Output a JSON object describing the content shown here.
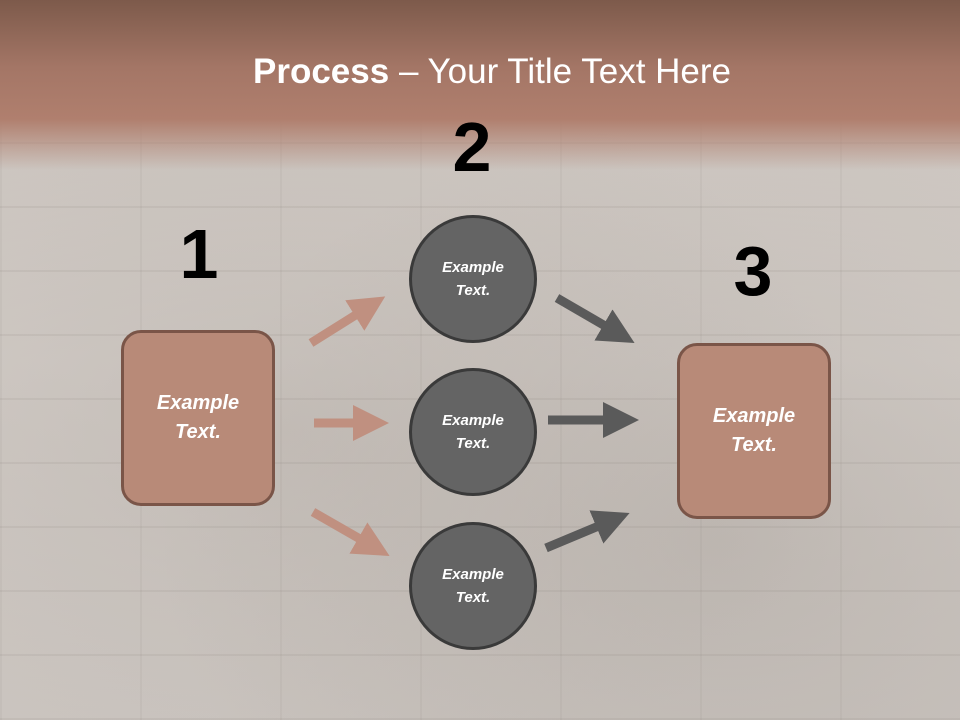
{
  "title": {
    "bold": "Process",
    "rest": " – Your Title Text Here"
  },
  "steps": {
    "one": "1",
    "two": "2",
    "three": "3"
  },
  "left_box": {
    "text": "Example Text."
  },
  "circles": [
    {
      "text": "Example Text."
    },
    {
      "text": "Example Text."
    },
    {
      "text": "Example Text."
    }
  ],
  "right_box": {
    "text": "Example Text."
  },
  "colors": {
    "header": "#a47666",
    "box_fill": "#b88a78",
    "box_border": "#7a5548",
    "circle_fill": "#646464",
    "arrow_left": "#c09080",
    "arrow_right": "#5a5a5a"
  }
}
